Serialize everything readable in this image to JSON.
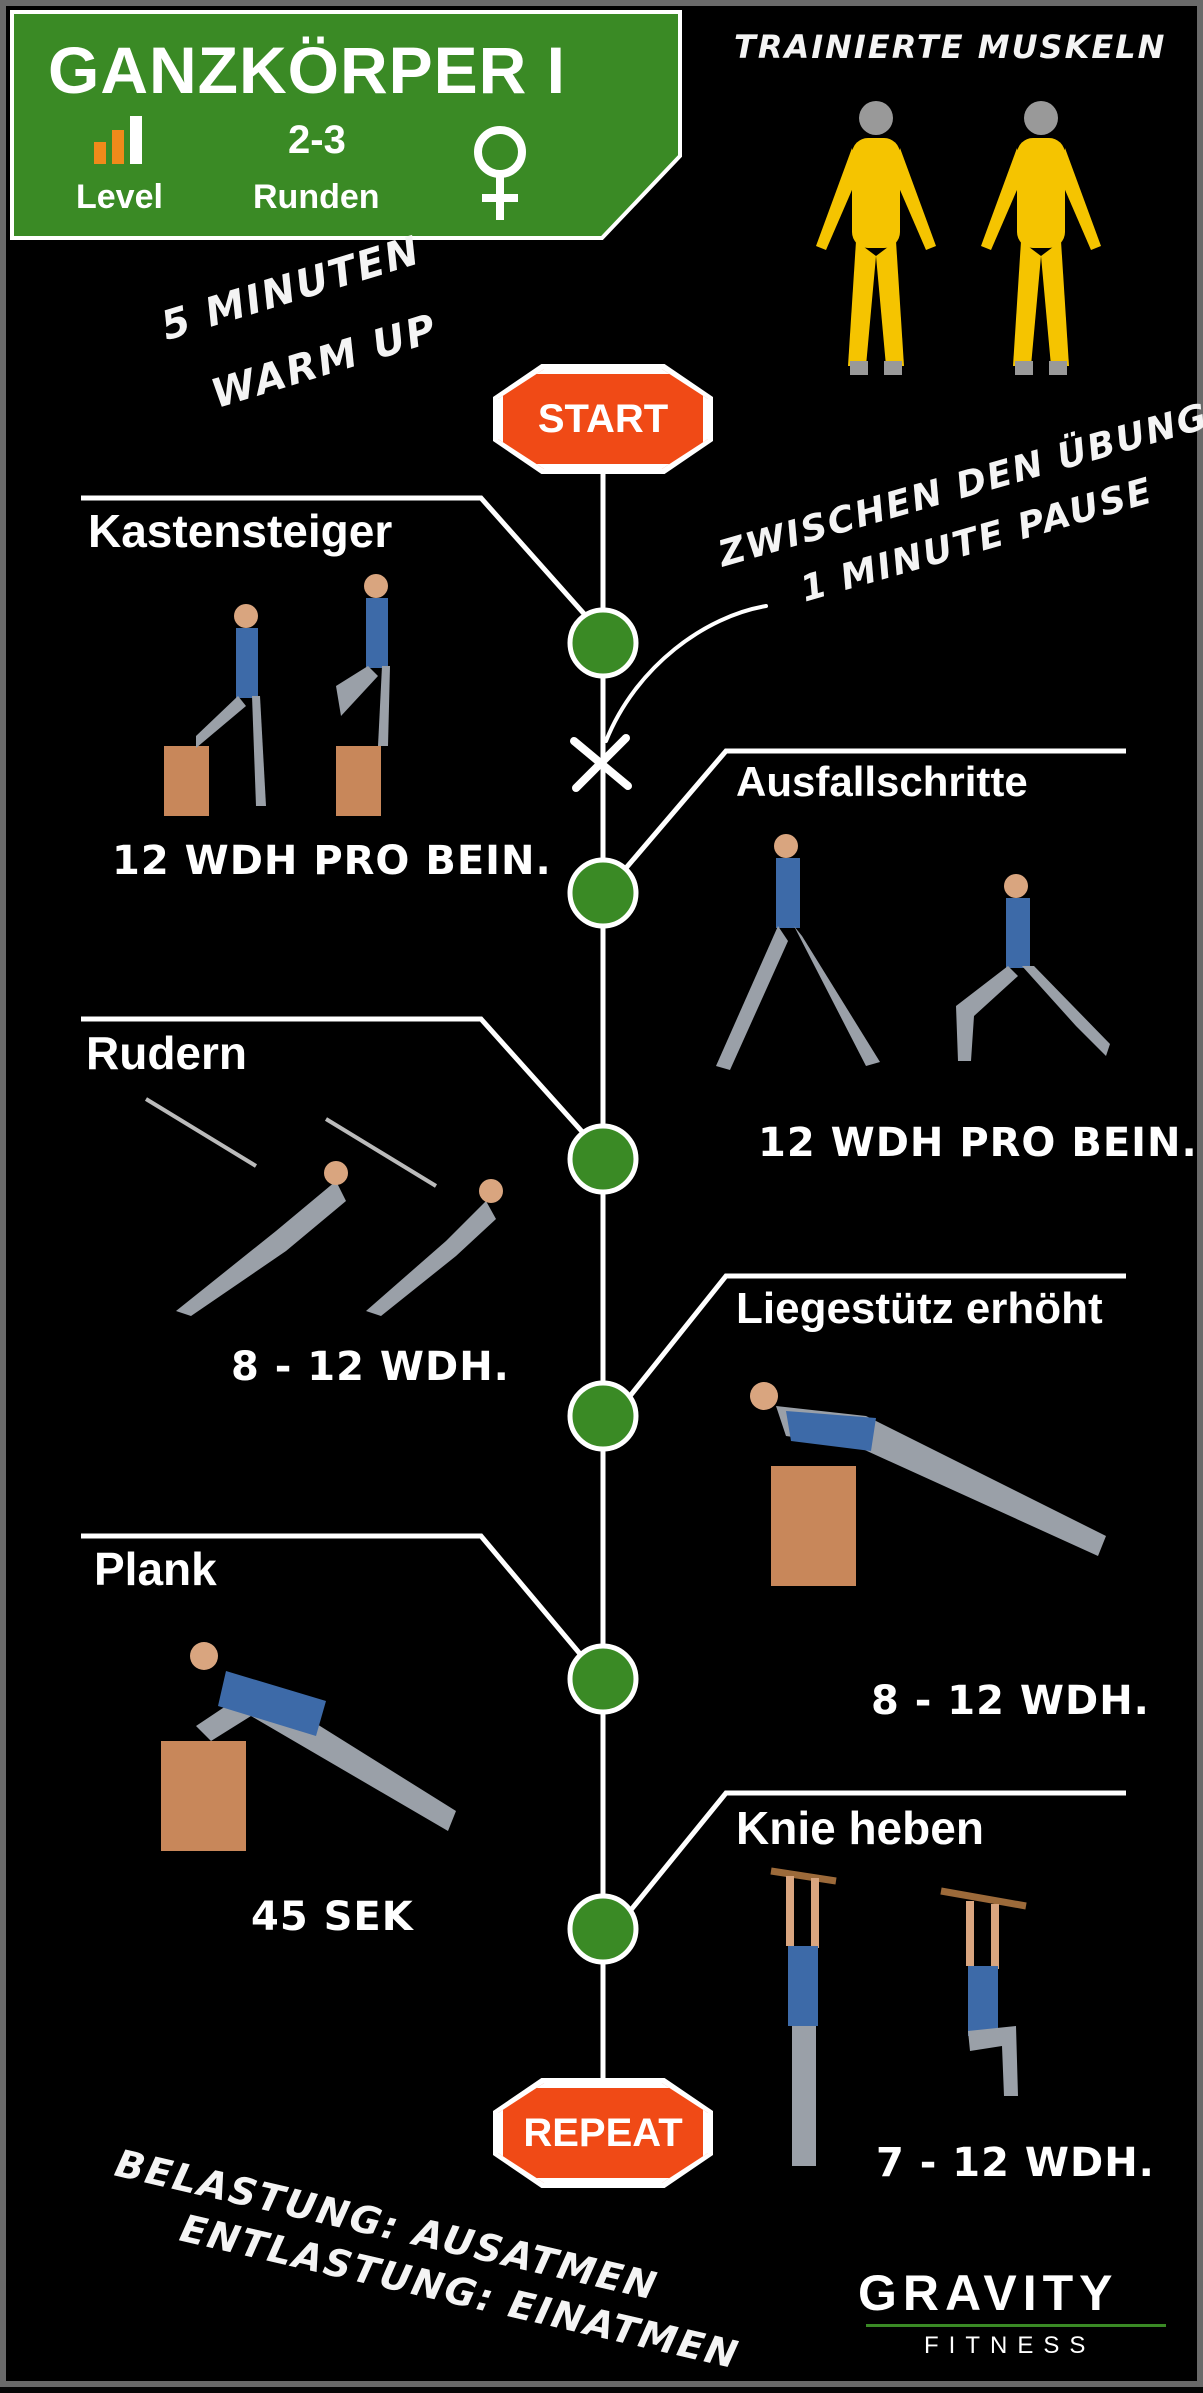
{
  "header": {
    "title": "GANZKÖRPER I",
    "level_label": "Level",
    "rounds_value": "2-3",
    "rounds_label": "Runden",
    "gender_icon": "female-icon",
    "level_icon": "signal-bars-icon"
  },
  "muscles": {
    "title": "TRAINIERTE MUSKELN"
  },
  "warmup": {
    "line1": "5 MINUTEN",
    "line2": "WARM UP"
  },
  "pause": {
    "line1": "ZWISCHEN DEN ÜBUNGEN",
    "line2": "1 MINUTE PAUSE"
  },
  "start_label": "START",
  "repeat_label": "REPEAT",
  "exercises": [
    {
      "name": "Kastensteiger",
      "reps": "12 WDH PRO BEIN."
    },
    {
      "name": "Ausfallschritte",
      "reps": "12 WDH PRO BEIN."
    },
    {
      "name": "Rudern",
      "reps": "8 - 12 WDH."
    },
    {
      "name": "Liegestütz erhöht",
      "reps": "8 - 12 WDH."
    },
    {
      "name": "Plank",
      "reps": "45 SEK"
    },
    {
      "name": "Knie heben",
      "reps": "7 - 12 WDH."
    }
  ],
  "breathing": {
    "line1": "BELASTUNG: AUSATMEN",
    "line2": "ENTLASTUNG: EINATMEN"
  },
  "brand": {
    "name": "GRAVITY",
    "sub": "FITNESS"
  },
  "colors": {
    "green": "#3a8a25",
    "orange": "#f04a16",
    "muscle_yellow": "#f5c400",
    "level_orange": "#f08a1a"
  }
}
